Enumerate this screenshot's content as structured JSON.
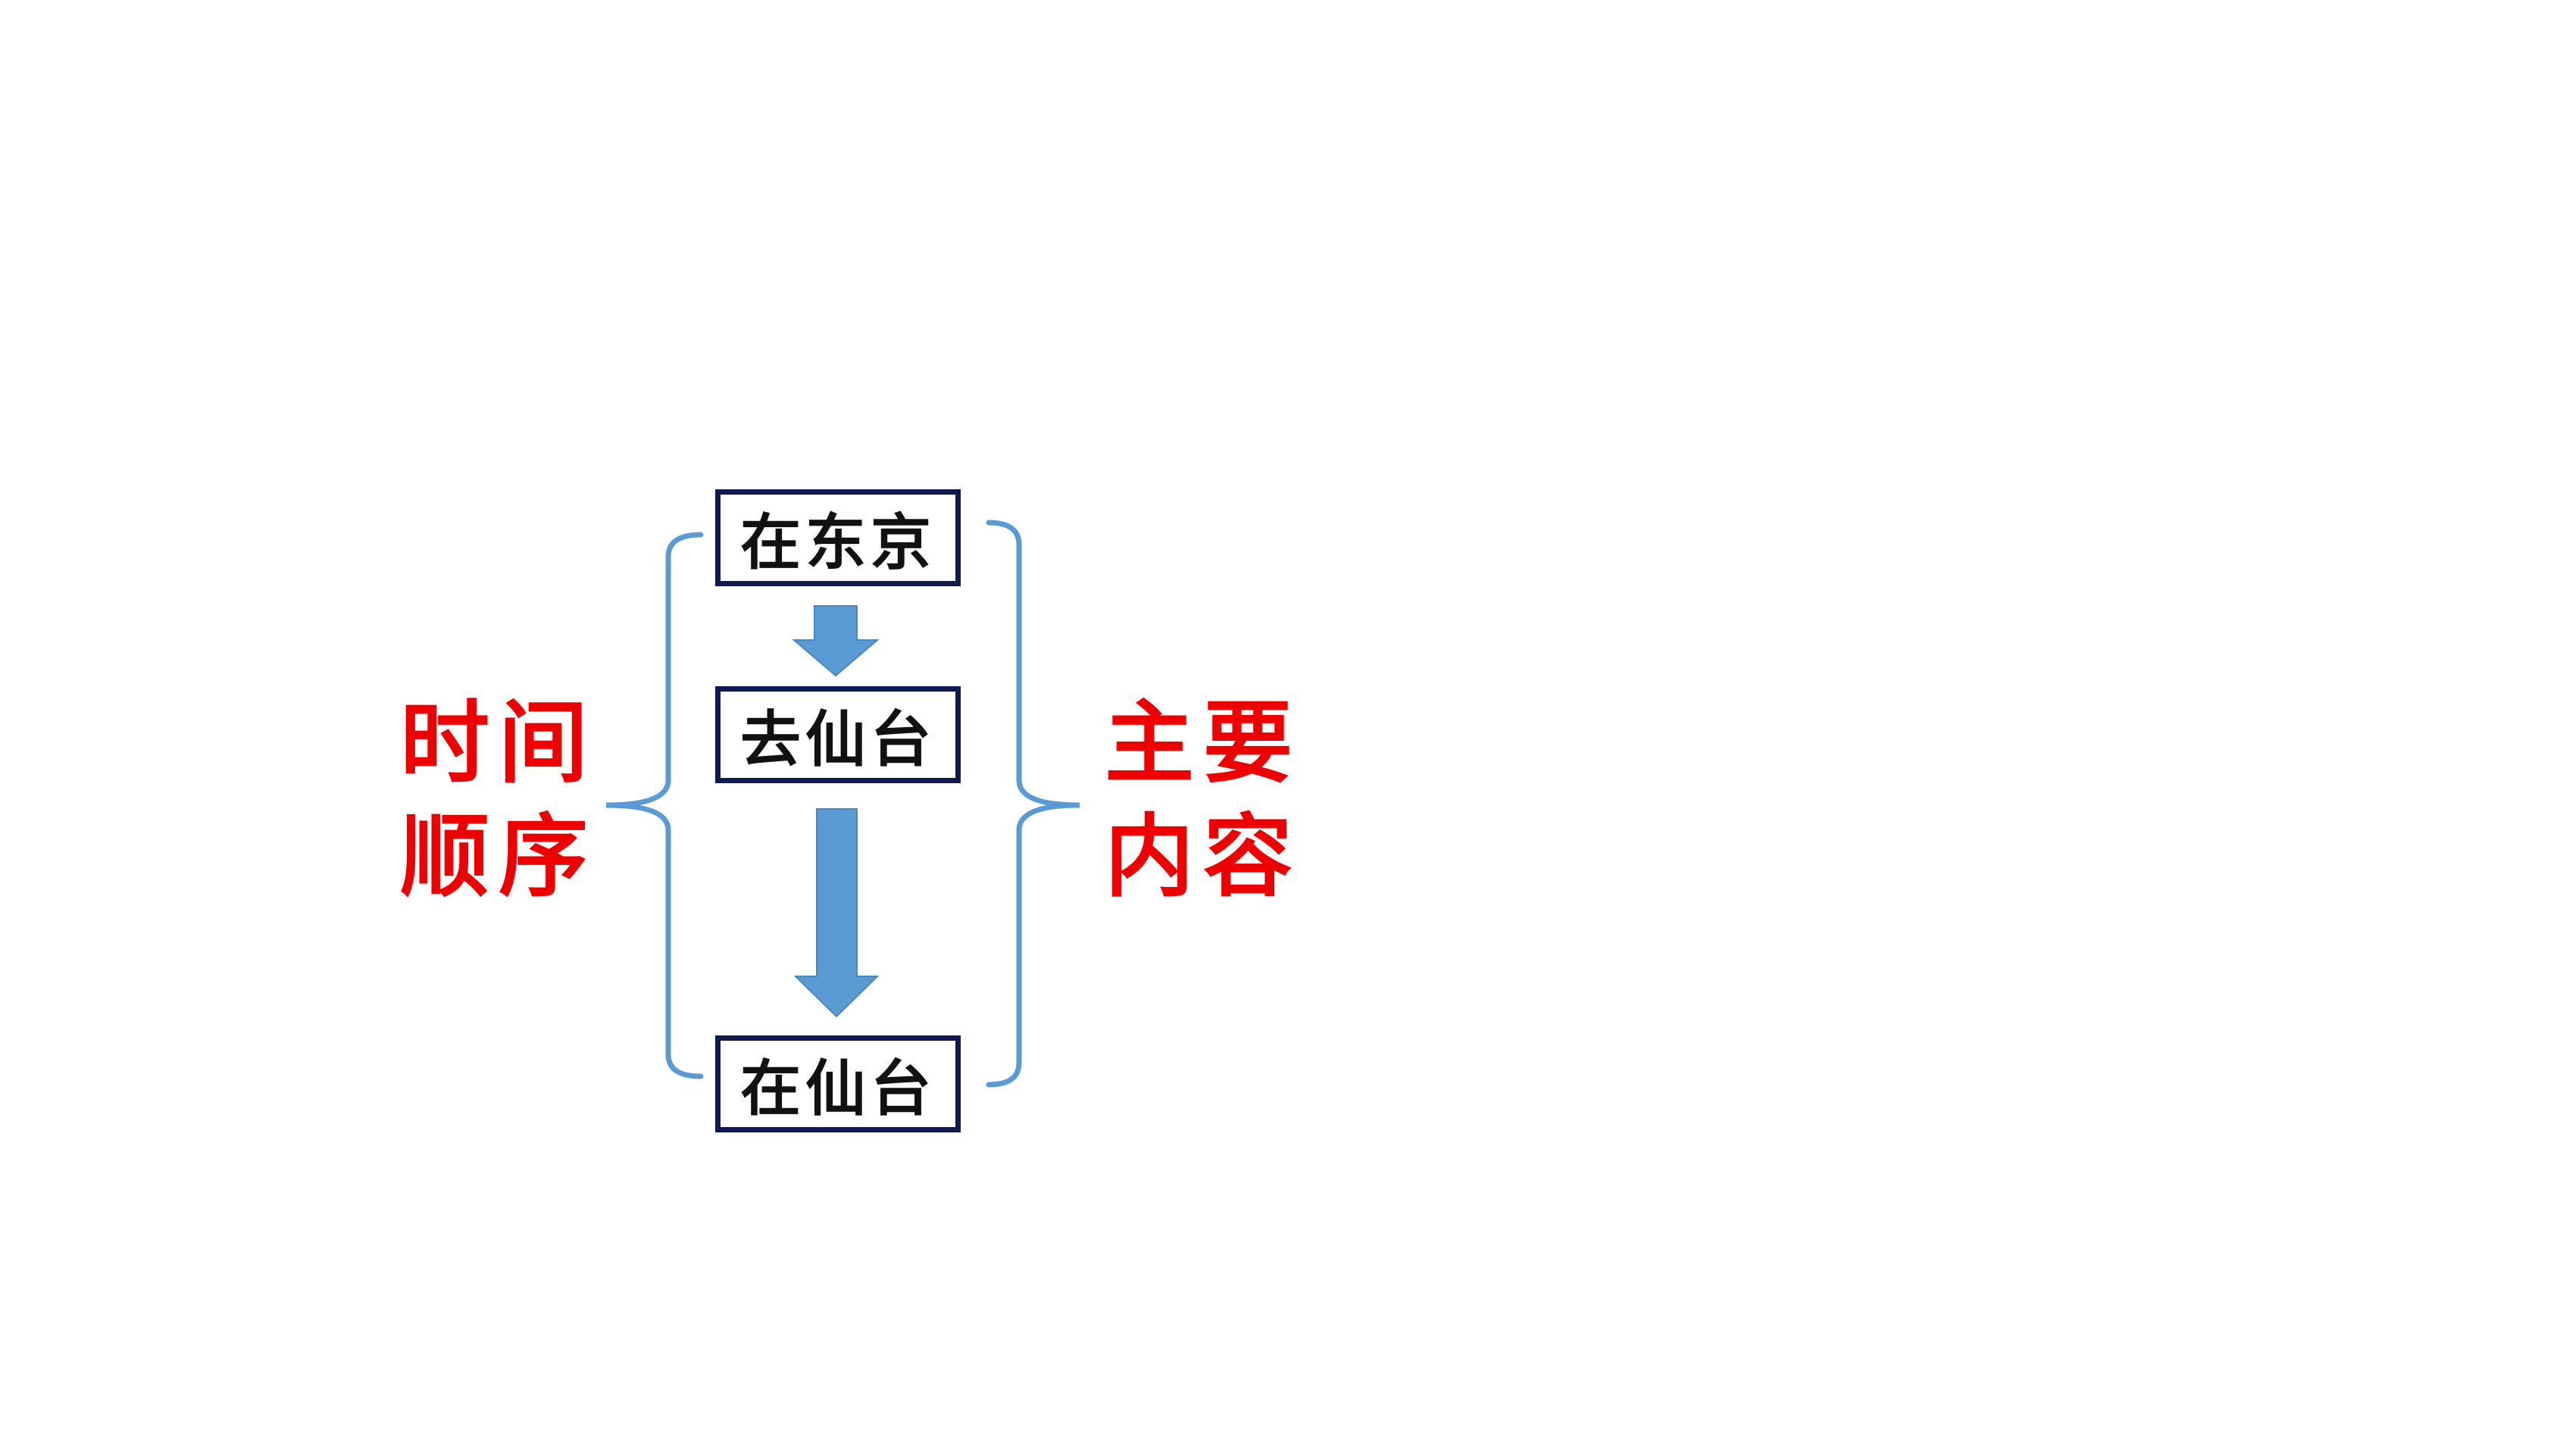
{
  "colors": {
    "label": "#ee0000",
    "box_border": "#0f1a4f",
    "arrow": "#5b9bd5",
    "brace": "#5b9bd5"
  },
  "steps": [
    {
      "label": "在东京"
    },
    {
      "label": "去仙台"
    },
    {
      "label": "在仙台"
    }
  ],
  "left_label": {
    "line1": "时间",
    "line2": "顺序"
  },
  "right_label": {
    "line1": "主要",
    "line2": "内容"
  }
}
